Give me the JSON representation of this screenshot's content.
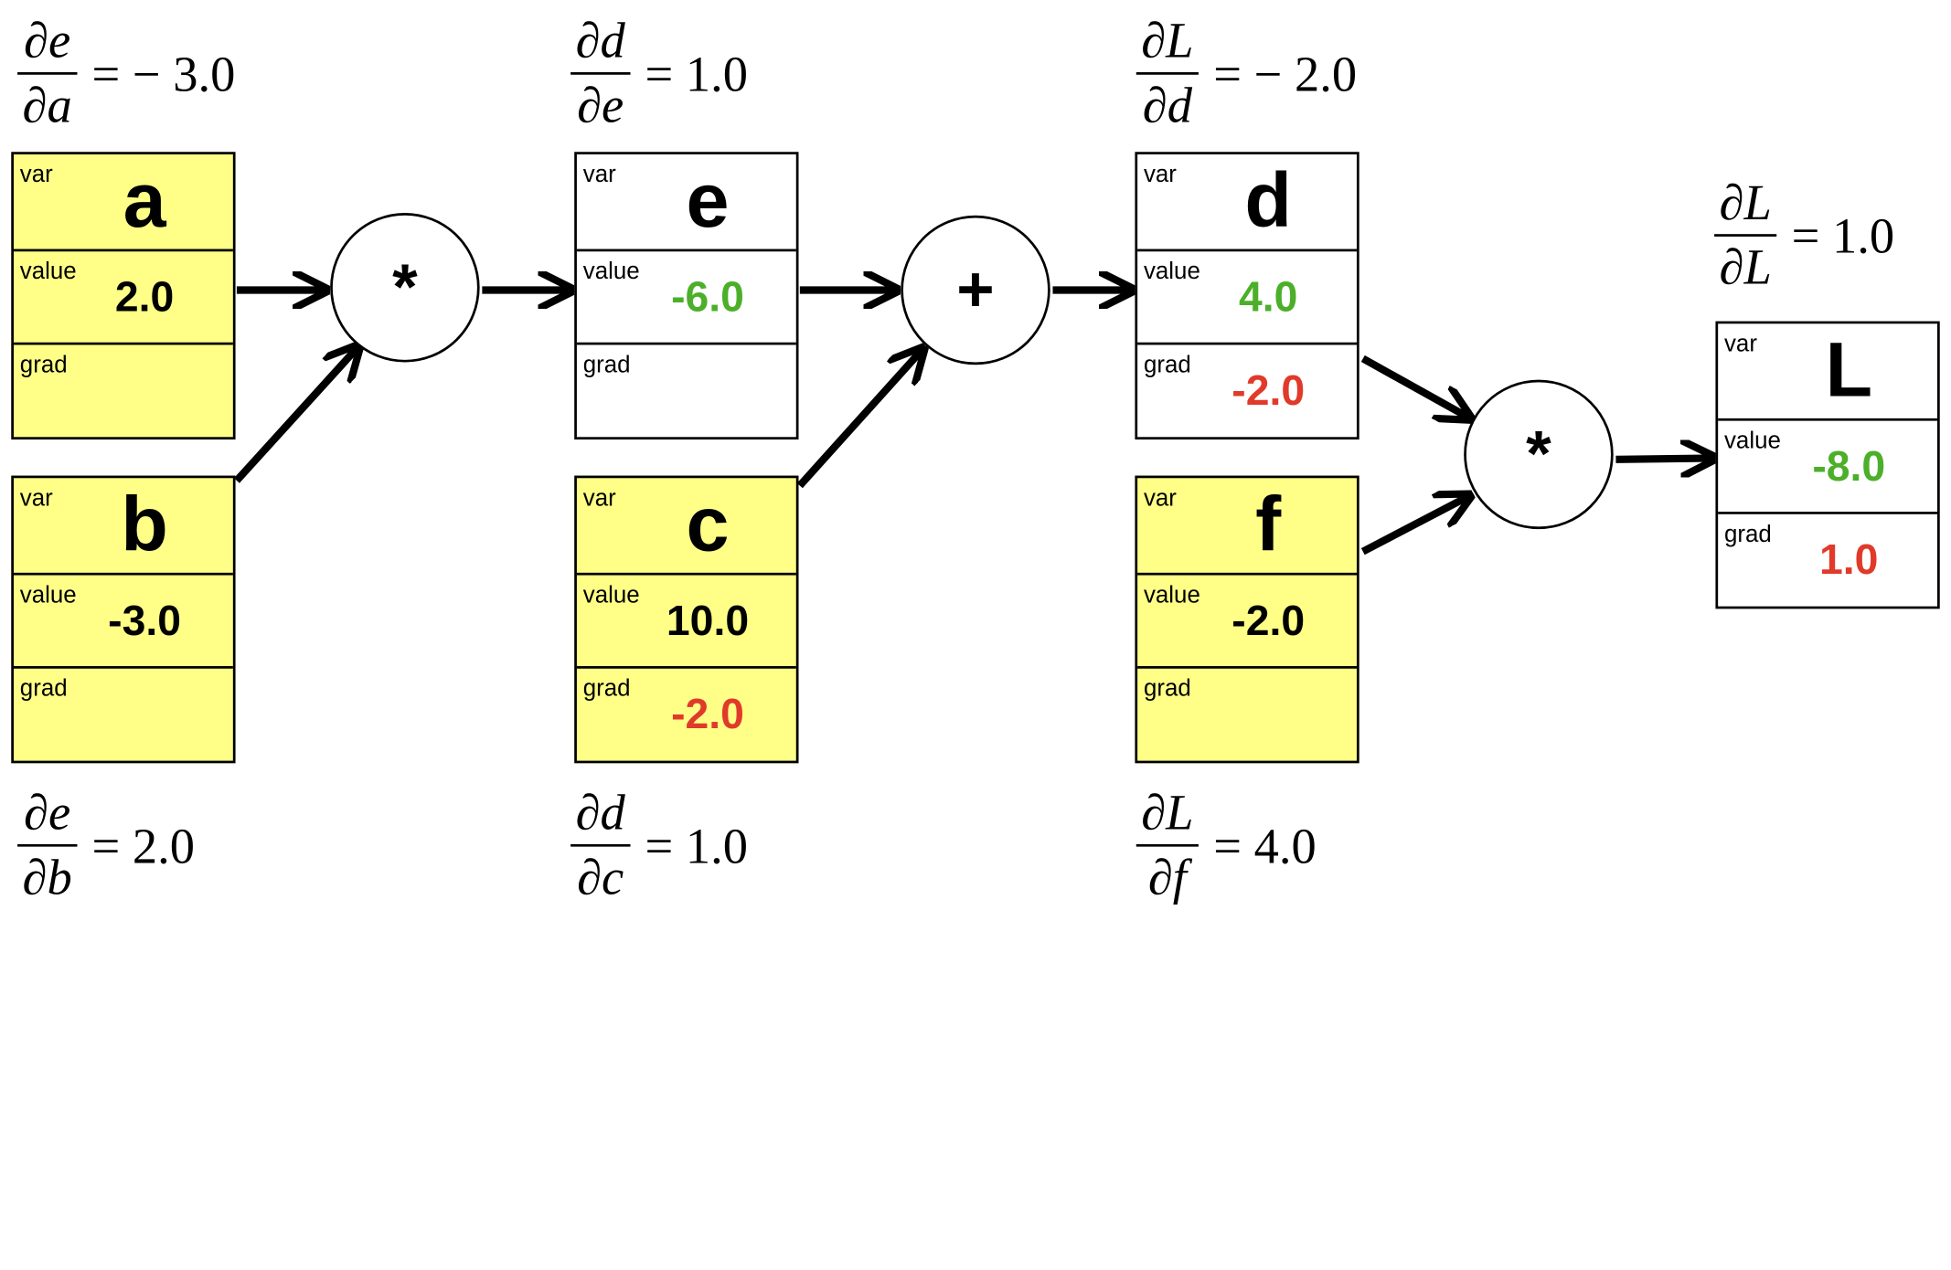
{
  "colors": {
    "input_fill": "#ffff88",
    "value_positive": "#4caf2a",
    "grad": "#e03a2a",
    "plain": "#000000"
  },
  "field_labels": {
    "var": "var",
    "value": "value",
    "grad": "grad"
  },
  "nodes": {
    "a": {
      "var": "a",
      "value": "2.0",
      "grad": ""
    },
    "b": {
      "var": "b",
      "value": "-3.0",
      "grad": ""
    },
    "e": {
      "var": "e",
      "value": "-6.0",
      "grad": ""
    },
    "c": {
      "var": "c",
      "value": "10.0",
      "grad": "-2.0"
    },
    "d": {
      "var": "d",
      "value": "4.0",
      "grad": "-2.0"
    },
    "f": {
      "var": "f",
      "value": "-2.0",
      "grad": ""
    },
    "L": {
      "var": "L",
      "value": "-8.0",
      "grad": "1.0"
    }
  },
  "ops": {
    "op1": "*",
    "op2": "+",
    "op3": "*"
  },
  "derivatives": {
    "de_da": {
      "num": "∂e",
      "den": "∂a",
      "eq": "= − 3.0"
    },
    "de_db": {
      "num": "∂e",
      "den": "∂b",
      "eq": "= 2.0"
    },
    "dd_de": {
      "num": "∂d",
      "den": "∂e",
      "eq": "= 1.0"
    },
    "dd_dc": {
      "num": "∂d",
      "den": "∂c",
      "eq": "= 1.0"
    },
    "dL_dd": {
      "num": "∂L",
      "den": "∂d",
      "eq": "= − 2.0"
    },
    "dL_df": {
      "num": "∂L",
      "den": "∂f",
      "eq": "= 4.0"
    },
    "dL_dL": {
      "num": "∂L",
      "den": "∂L",
      "eq": "= 1.0"
    }
  }
}
